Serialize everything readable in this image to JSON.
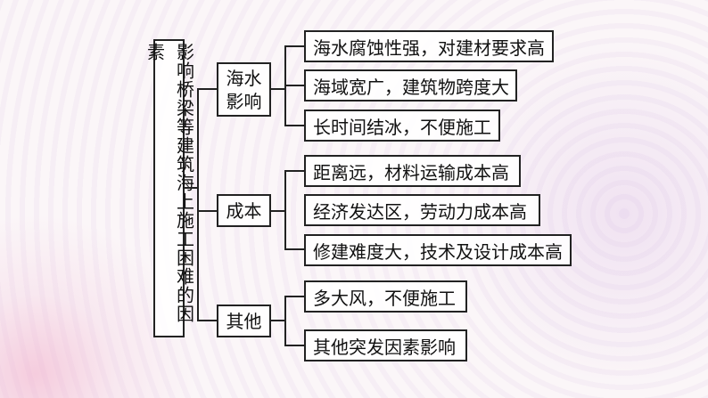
{
  "root": {
    "label": "影响桥梁等建筑海上施工困难的因素"
  },
  "groups": [
    {
      "label": "海水影响",
      "items": [
        "海水腐蚀性强，对建材要求高",
        "海域宽广，建筑物跨度大",
        "长时间结冰，不便施工"
      ]
    },
    {
      "label": "成本",
      "items": [
        "距离远，材料运输成本高",
        "经济发达区，劳动力成本高",
        "修建难度大，技术及设计成本高"
      ]
    },
    {
      "label": "其他",
      "items": [
        "多大风，不便施工",
        "其他突发因素影响"
      ]
    }
  ]
}
